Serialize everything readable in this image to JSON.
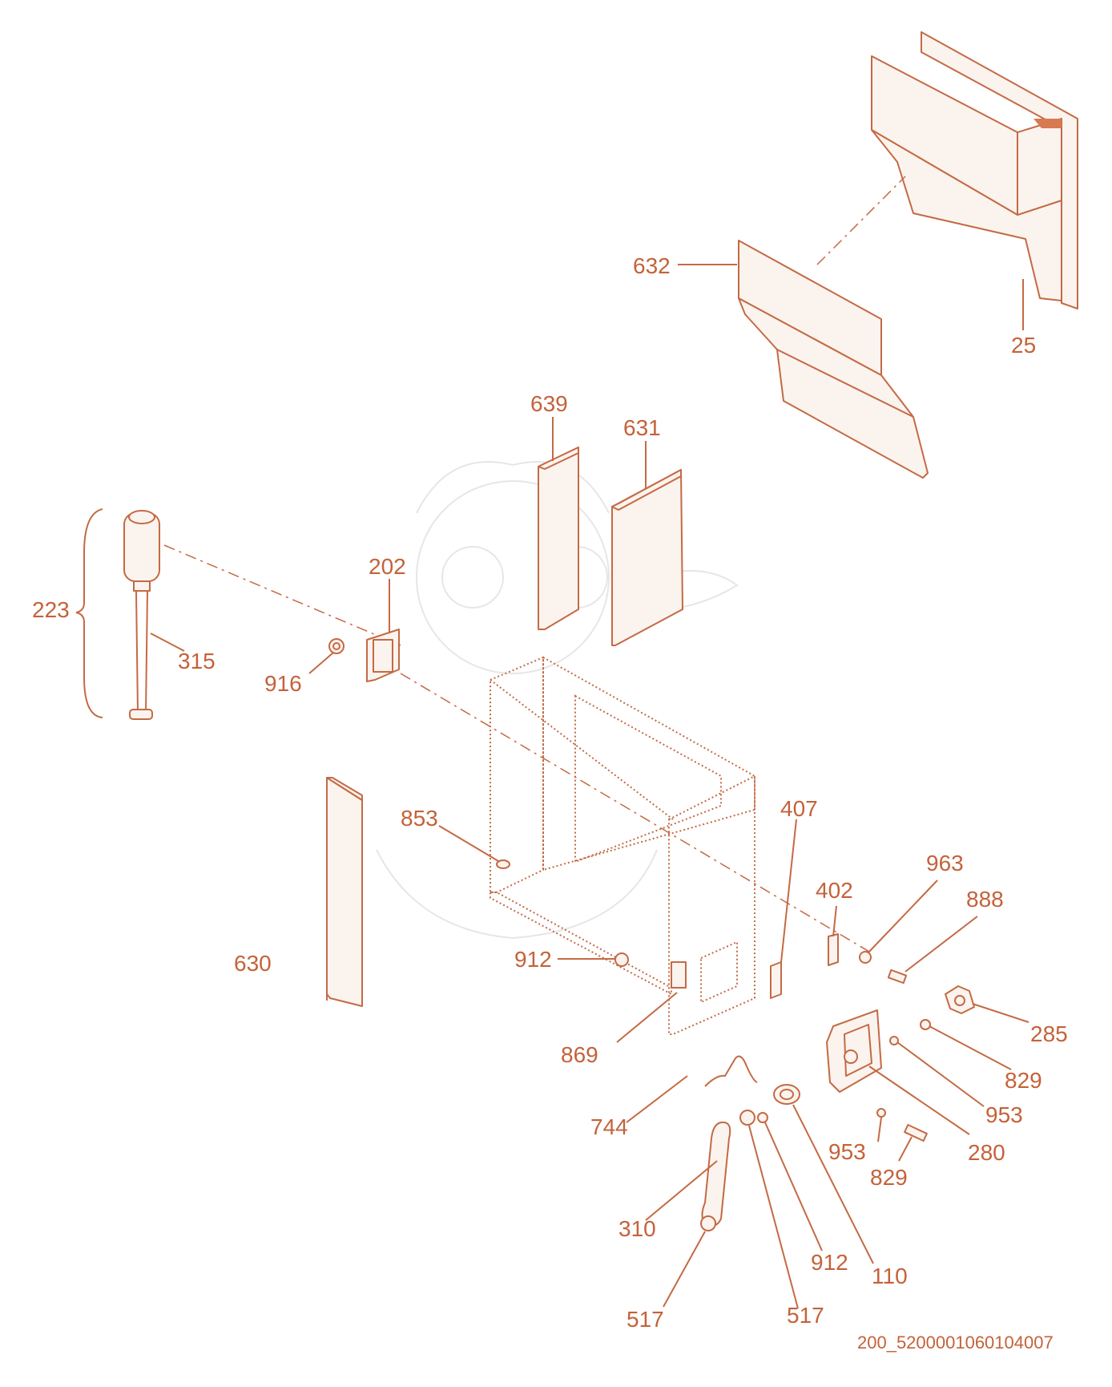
{
  "colors": {
    "line": "#c46a44",
    "text": "#c4623a",
    "background": "#ffffff"
  },
  "callouts": [
    {
      "id": "c25",
      "label": "25"
    },
    {
      "id": "c632",
      "label": "632"
    },
    {
      "id": "c639",
      "label": "639"
    },
    {
      "id": "c631",
      "label": "631"
    },
    {
      "id": "c202",
      "label": "202"
    },
    {
      "id": "c223",
      "label": "223"
    },
    {
      "id": "c315",
      "label": "315"
    },
    {
      "id": "c916",
      "label": "916"
    },
    {
      "id": "c853",
      "label": "853"
    },
    {
      "id": "c407",
      "label": "407"
    },
    {
      "id": "c963",
      "label": "963"
    },
    {
      "id": "c402",
      "label": "402"
    },
    {
      "id": "c888",
      "label": "888"
    },
    {
      "id": "c630",
      "label": "630"
    },
    {
      "id": "c912a",
      "label": "912"
    },
    {
      "id": "c869",
      "label": "869"
    },
    {
      "id": "c285",
      "label": "285"
    },
    {
      "id": "c829a",
      "label": "829"
    },
    {
      "id": "c953a",
      "label": "953"
    },
    {
      "id": "c744",
      "label": "744"
    },
    {
      "id": "c280",
      "label": "280"
    },
    {
      "id": "c953b",
      "label": "953"
    },
    {
      "id": "c829b",
      "label": "829"
    },
    {
      "id": "c310",
      "label": "310"
    },
    {
      "id": "c912b",
      "label": "912"
    },
    {
      "id": "c110",
      "label": "110"
    },
    {
      "id": "c517a",
      "label": "517"
    },
    {
      "id": "c517b",
      "label": "517"
    }
  ],
  "document_id": "200_5200001060104007"
}
